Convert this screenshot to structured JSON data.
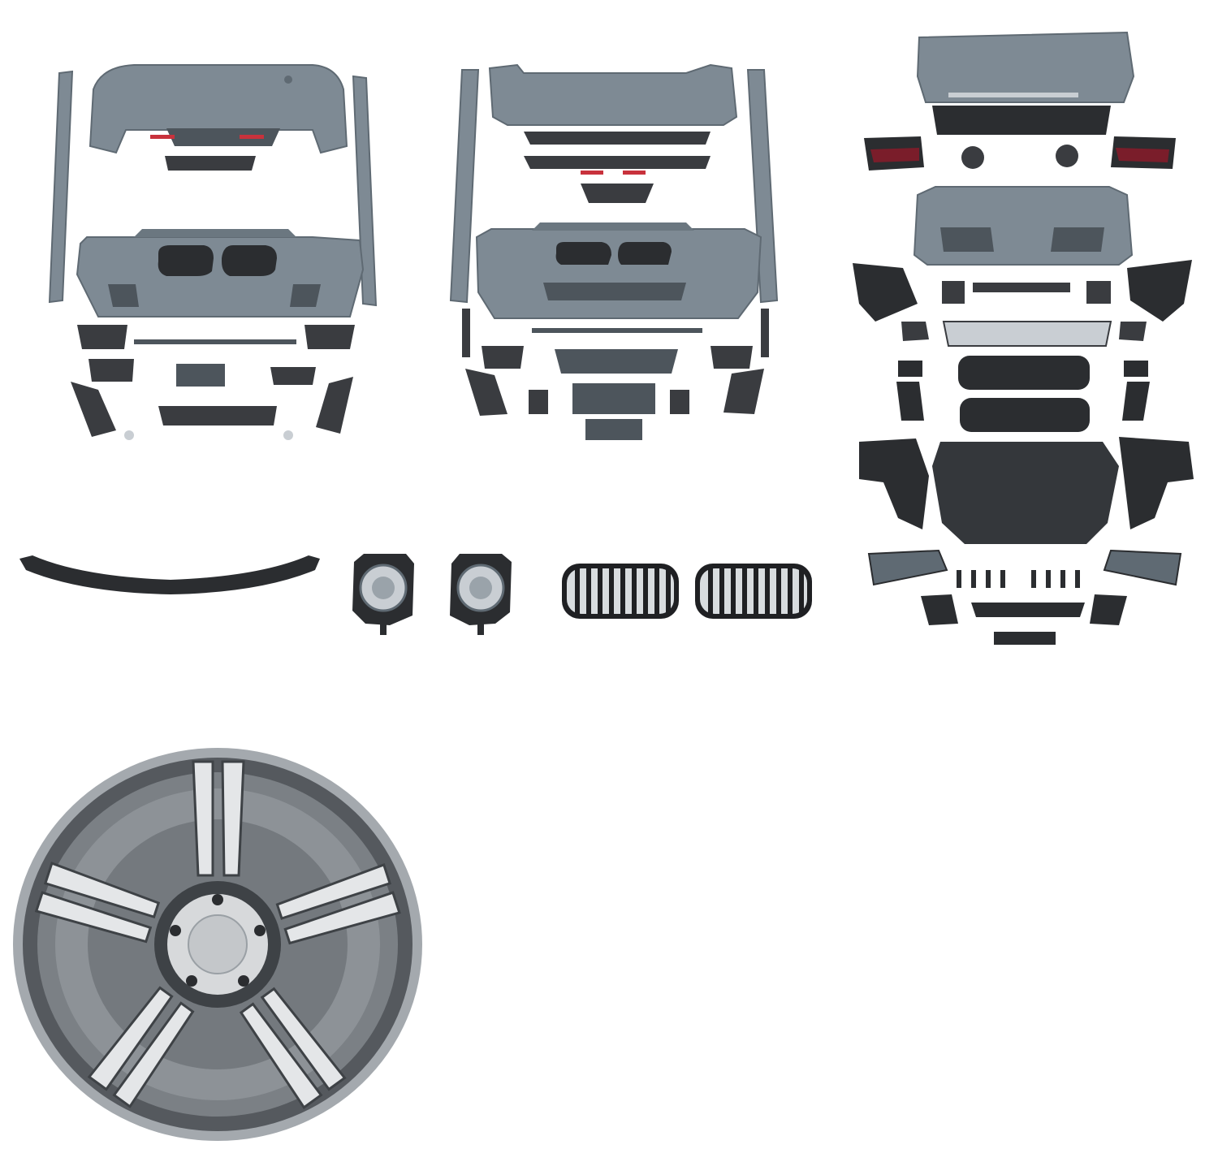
{
  "colors": {
    "background": "#ffffff",
    "primer_grey": "#7e8a94",
    "primer_grey_dark": "#5f6a73",
    "black_plastic": "#2b2d30",
    "honeycomb": "#3a3c40",
    "chrome": "#c9ced3",
    "wheel_face": "#d7d9db",
    "wheel_dark": "#3e4246",
    "red_reflector": "#c8323c",
    "lens_red": "#7a1d2a"
  },
  "products": [
    {
      "name": "body-kit-set-1",
      "icon": "bumper-kit-icon"
    },
    {
      "name": "body-kit-set-2",
      "icon": "bumper-kit-icon"
    },
    {
      "name": "body-kit-set-3",
      "icon": "front-end-conversion-icon"
    },
    {
      "name": "front-lip-spoiler",
      "icon": "spoiler-icon"
    },
    {
      "name": "fog-lamp-pair",
      "icon": "fog-lamp-icon"
    },
    {
      "name": "kidney-grille-pair",
      "icon": "kidney-grille-icon"
    },
    {
      "name": "alloy-wheel",
      "icon": "wheel-icon"
    }
  ]
}
